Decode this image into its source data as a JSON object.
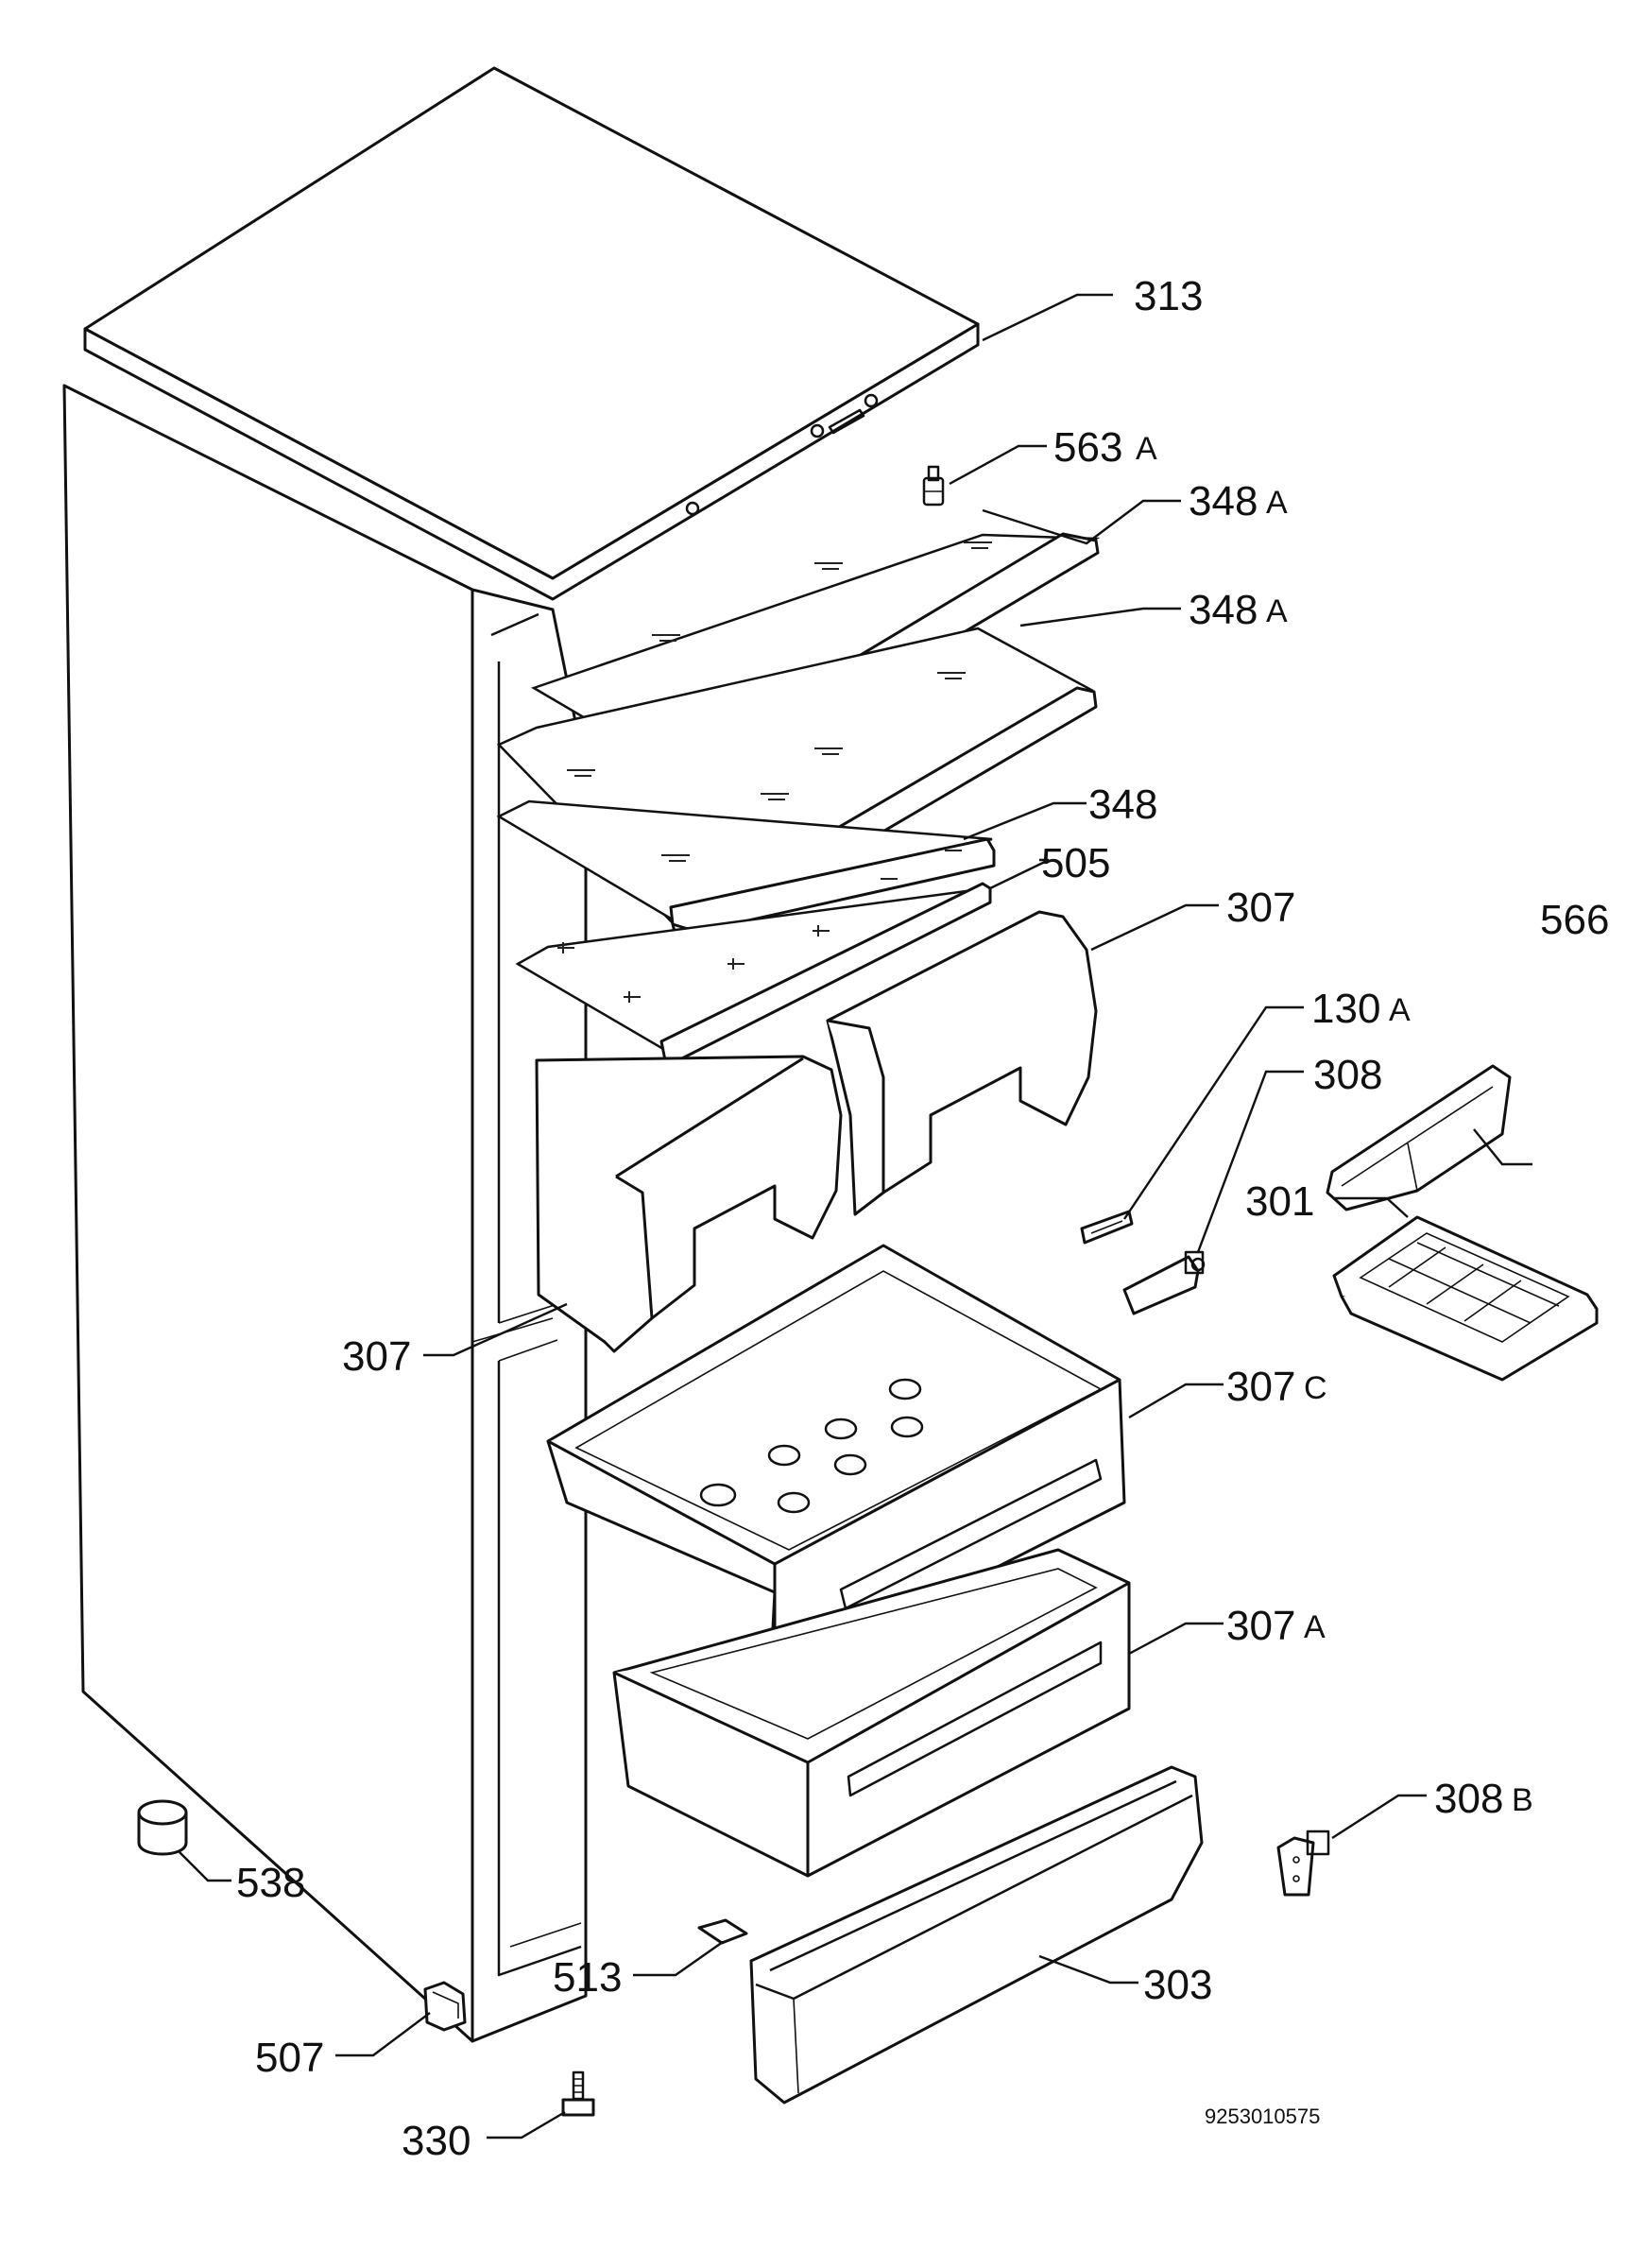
{
  "labels": {
    "p313": "313",
    "p563a": "563",
    "p563a_suffix": "A",
    "p348a_1": "348",
    "p348a_1_suffix": "A",
    "p348a_2": "348",
    "p348a_2_suffix": "A",
    "p348": "348",
    "p505": "505",
    "p307_right": "307",
    "p566": "566",
    "p130a": "130",
    "p130a_suffix": "A",
    "p308": "308",
    "p301": "301",
    "p307_left": "307",
    "p307c": "307",
    "p307c_suffix": "C",
    "p307a": "307",
    "p307a_suffix": "A",
    "p308b": "308",
    "p308b_suffix": "B",
    "p538": "538",
    "p513": "513",
    "p303": "303",
    "p507": "507",
    "p330": "330"
  },
  "document_number": "9253010575"
}
